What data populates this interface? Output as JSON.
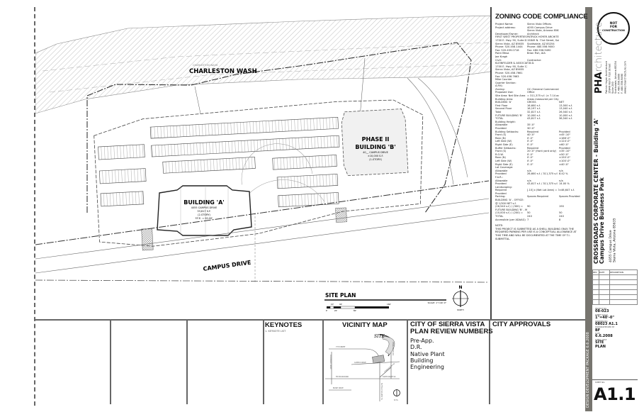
{
  "site_plan": {
    "wash_label": "CHARLESTON WASH",
    "wash_small_label": "CHARLESTON WASH",
    "road_label": "CAMPUS DRIVE",
    "building_a": {
      "name": "BUILDING 'A'",
      "address": "4055 CAMPUS DRIVE",
      "area": "33,617 S.F.",
      "stories": "(2-STORY)",
      "ffe": "F.F.E. = 00.00'"
    },
    "building_b": {
      "phase": "PHASE II",
      "name": "BUILDING 'B'",
      "address": "40__ CAMPUS DRIVE",
      "area": "±10,000 S.F.",
      "stories": "(1-STORY)"
    },
    "title": "SITE PLAN",
    "scale": "SCALE: 1\"=40'-0\"",
    "scale_bar_labels": [
      "0'",
      "10'",
      "20'",
      "40'",
      "80'",
      "160'"
    ],
    "north_label": "N",
    "north_sub": "NORTH"
  },
  "compliance": {
    "title": "ZONING CODE COMPLIANCE",
    "rows": [
      [
        "Project Name:",
        "Sierra Vista Offices",
        ""
      ],
      [
        "Project address:",
        "4055 Campus Drive",
        ""
      ],
      [
        "",
        "Sierra Vista, Arizona 85635",
        ""
      ],
      [
        "",
        "",
        ""
      ],
      [
        "Developer/Owner:",
        "Architect:",
        ""
      ],
      [
        "FIRST WEST PROPERTIES CORP.",
        "PATRICK HOYER ARCHITECTURE",
        ""
      ],
      [
        "1700 E. Hwy. 90, Suite D100",
        "15849 N. 71st Street, Suite 200",
        ""
      ],
      [
        "Sierra Vista, AZ 85635",
        "Scottsdale, AZ 85254",
        ""
      ],
      [
        "Phone:  520.458.1444",
        "Phone:  480.556.9000",
        ""
      ],
      [
        "Fax:  520.459.0718",
        "Fax:  480.556.9490",
        ""
      ],
      [
        "Point Mesa",
        "Brian Fish, AIA",
        ""
      ],
      [
        "Joe Kragh",
        "",
        ""
      ],
      [
        "",
        "",
        ""
      ],
      [
        "Civil:",
        "Contractor:",
        ""
      ],
      [
        "KLEINFELDER & ASSOCIATES",
        "T.B.D.",
        ""
      ],
      [
        "1700 E. Hwy. 90, Suite 12",
        "",
        ""
      ],
      [
        "Sierra Vista, AZ 85635",
        "",
        ""
      ],
      [
        "Phone:  520.458.7661",
        "",
        ""
      ],
      [
        "Fax:  520.458.7663",
        "",
        ""
      ],
      [
        "Mike Counter",
        "",
        ""
      ],
      [
        "",
        "",
        ""
      ],
      [
        "Quarter Section:",
        "",
        ""
      ],
      [
        "A.P.N.:",
        "",
        ""
      ],
      [
        "Zoning:",
        "GC (General Commercial)",
        ""
      ],
      [
        "Proposed Use:",
        "Office",
        ""
      ],
      [
        "Site Area:  Net Site Area",
        "= 311,375 s.f. (± 7.14 acres)",
        ""
      ],
      [
        "Building Area:",
        "Areas measured per City of Sierra Vista zoning ordinance",
        ""
      ],
      [
        "BUILDING 'A'",
        "GROSS",
        "NET"
      ],
      [
        "  First Floor",
        "16,600 s.f.",
        "13,500 s.f."
      ],
      [
        "  Second Floor",
        "16,197 s.f.",
        "13,040 s.f."
      ],
      [
        "  Total",
        "32,817 s.f.",
        "26,540 s.f."
      ],
      [
        "FUTURE BUILDING 'B'",
        "10,000 s.f.",
        "10,000 s.f."
      ],
      [
        "TOTAL",
        "43,617 s.f.",
        "36,540 s.f."
      ],
      [
        "Building Height:",
        "",
        ""
      ],
      [
        "  Allowable",
        "35'-0\"",
        ""
      ],
      [
        "  Provided",
        "30'-0\"",
        ""
      ],
      [
        "Building Setbacks:",
        "Required",
        "Provided"
      ],
      [
        "  Front (S)",
        "40'-0\"",
        "±45'-10\""
      ],
      [
        "  Rear (N)",
        "0'-0\"",
        "±166'-0\""
      ],
      [
        "  Left Side (W)",
        "0'-0\"",
        "±124'-0\""
      ],
      [
        "  Right Side (E)",
        "0'-0\"",
        "±60'-0\""
      ],
      [
        "Buffer Setbacks:",
        "Required",
        "Provided"
      ],
      [
        "  Front (S)",
        "20'-0\" (front yard only)",
        "±35'-10\""
      ],
      [
        "  R.O.W.",
        "0'-0\"",
        "±50'-0\""
      ],
      [
        "  Rear (N)",
        "0'-0\"",
        "±150'-0\""
      ],
      [
        "  Left Side (W)",
        "0'-0\"",
        "±100'-0\""
      ],
      [
        "  Right Side (E)",
        "0'-0\"",
        "±40'-0\""
      ],
      [
        "Lot Coverage:",
        "",
        ""
      ],
      [
        "  Allowable",
        "n/a",
        "n/a"
      ],
      [
        "  Provided",
        "26,600 s.f. / 311,375 s.f. = 0.085",
        "8.42 %"
      ],
      [
        "F.A.R.:",
        "",
        ""
      ],
      [
        "  Allowable",
        "n/a",
        "n/a"
      ],
      [
        "  Provided",
        "43,617 s.f. / 311,375 s.f. = 0.140",
        "14.00 %"
      ],
      [
        "Landscaping:",
        "",
        ""
      ],
      [
        "  Required",
        "[.10] x (Net Lot Area) = 311,375 s.f.",
        "±46,647 s.f."
      ],
      [
        "  Provided",
        "",
        ""
      ],
      [
        "Parking:",
        "Spaces Required",
        "Spaces Provided"
      ],
      [
        "BUILDING 'A' - OFFICE:",
        "",
        ""
      ],
      [
        "  @ 1/300 NET s.f.",
        "",
        ""
      ],
      [
        "  (26,540 s.f.) / (300) =",
        "90",
        "190"
      ],
      [
        "FUTURE BUILDING 'B' - MEDICAL:",
        "",
        ""
      ],
      [
        "  (10,000 s.f.) / (200) =",
        "50",
        "50"
      ],
      [
        "TOTAL",
        "240",
        "240"
      ],
      [
        "  Accessible (per ADAAG)",
        "7",
        "8"
      ]
    ],
    "note_label": "NOTE:",
    "note": "THIS PROJECT IS SUBMITTED AS A SHELL BUILDING ONLY. THE REQUIRED PARKING PER USE IS A CONCEPTUAL ALLOWANCE AT THIS TIME AND WILL BE DOCUMENTED AT THE TIME OF T.I. SUBMITTAL."
  },
  "bottom": {
    "keynotes_title": "KEYNOTES",
    "keynotes_sub": "1. KEYNOTE LIST",
    "vicinity_title": "VICINITY MAP",
    "vicinity_labels": {
      "site": "SITE",
      "campus": "CAMPUS DRIVE",
      "charleston": "CHARLESTON RD.",
      "state_route": "STATE ROUTE 90",
      "fry": "FRY BOULEVARD",
      "buffalo": "BUFFALO SOLDIER TR.",
      "coronado": "CORONADO DRIVE",
      "busby": "BUSBY DRIVE",
      "seventh": "7TH STREET",
      "nts": "N.T.S."
    },
    "review_title_1": "CITY OF SIERRA VISTA",
    "review_title_2": "PLAN REVIEW NUMBERS",
    "review_items": [
      "Pre-App.",
      "D.R.",
      "Native Plant",
      "Building",
      "Engineering"
    ],
    "approvals_title": "CITY APPROVALS"
  },
  "title_block": {
    "stamp": [
      "NOT",
      "FOR",
      "CONSTRUCTION"
    ],
    "firm_bold": "PHA",
    "firm_light": "rchitecture",
    "firm_address": [
      "Patrick Hoyer Architecture",
      "15849 North 71st Street",
      "Suite 200",
      "Scottsdale, Arizona 85254",
      "P. 480.556.9000",
      "F. 480.556.9490",
      "www.phoarchitecture.com"
    ],
    "project_title": "CROSSROADS CORPORATE CENTER - Building 'A'",
    "project_subtitle": "Campus Drive Business Park",
    "project_address": [
      "4055 Campus Drive",
      "Sierra Vista, Arizona 85635"
    ],
    "revision_headers": [
      "REV",
      "DATE",
      "DESCRIPTION"
    ],
    "package": "DESIGN DEVELOPMENT PACKAGE  6.6.2008",
    "project_no_label": "PROJECT NO.",
    "project_no": "08-023",
    "sheet_scale_label": "SHEET SCALE",
    "sheet_scale": "1\"=40'-0\"",
    "drawing_no_label": "DRAWING NO.",
    "drawing_no": "08023 A1.1",
    "drawn_by_label": "DRAWN/CHECKED BY",
    "drawn_by": "BF",
    "date_label": "DATE",
    "date": "6.6.2008",
    "sheet_title_label": "SHEET TITLE",
    "sheet_title_1": "SITE",
    "sheet_title_2": "PLAN",
    "sheet_no_label": "SHEET NO.",
    "sheet_no": "A1.1"
  },
  "colors": {
    "line": "#333333",
    "bar": "#77756f",
    "hatch": "#9a9a9a"
  }
}
